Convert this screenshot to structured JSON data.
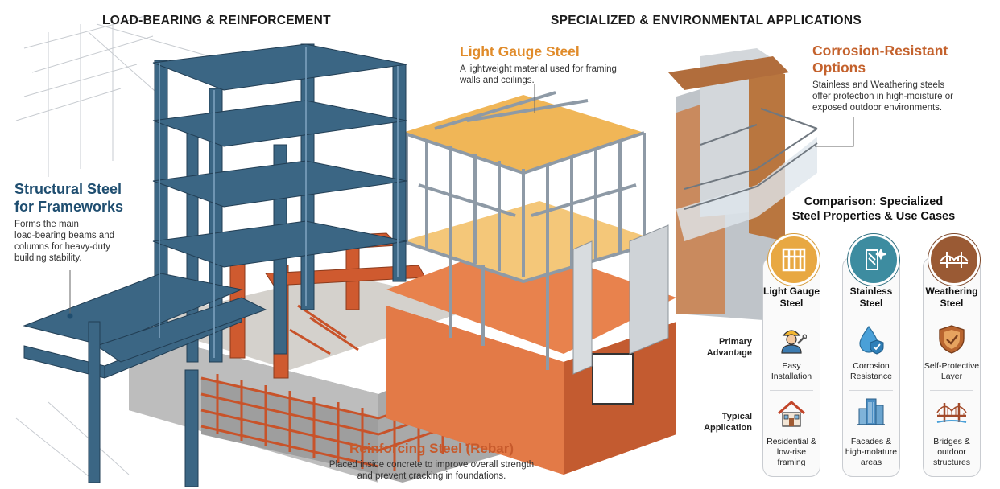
{
  "headers": {
    "left": "LOAD-BEARING & REINFORCEMENT",
    "right": "SPECIALIZED & ENVIRONMENTAL APPLICATIONS"
  },
  "structural": {
    "title_line1": "Structural Steel",
    "title_line2": "for Frameworks",
    "desc": [
      "Forms the main",
      "load-bearing beams and",
      "columns for heavy-duty",
      "building stability."
    ]
  },
  "light_gauge": {
    "title": "Light Gauge Steel",
    "desc": [
      "A lightweight material used for framing",
      "walls and ceilings."
    ]
  },
  "corrosion": {
    "title_line1": "Corrosion-Resistant",
    "title_line2": "Options",
    "desc": [
      "Stainless and Weathering steels",
      "offer protection in high-moisture or",
      "exposed outdoor environments."
    ]
  },
  "rebar": {
    "title": "Reinforcing Steel (Rebar)",
    "desc": [
      "Placed inside concrete to improve overall strength",
      "and prevent cracking in foundations."
    ]
  },
  "comparison": {
    "title_line1": "Comparison: Specialized",
    "title_line2": "Steel Properties & Use Cases",
    "row_labels": {
      "primary": [
        "Primary",
        "Advantage"
      ],
      "typical": [
        "Typical",
        "Application"
      ]
    },
    "cards": [
      {
        "name": [
          "Light Gauge",
          "Steel"
        ],
        "icon": "light-gauge-frame-icon",
        "advantage_icon": "worker-with-wrench-icon",
        "advantage": [
          "Easy",
          "Installation"
        ],
        "application_icon": "house-icon",
        "application": [
          "Residential &",
          "low-rise",
          "framing"
        ]
      },
      {
        "name": [
          "Stainless",
          "Steel"
        ],
        "icon": "stainless-sheet-icon",
        "advantage_icon": "water-drop-shield-icon",
        "advantage": [
          "Corrosion",
          "Resistance"
        ],
        "application_icon": "skyscraper-icon",
        "application": [
          "Facades &",
          "high-molature",
          "areas"
        ]
      },
      {
        "name": [
          "Weathering",
          "Steel"
        ],
        "icon": "bridge-badge-icon",
        "advantage_icon": "shield-check-icon",
        "advantage": [
          "Self-Protective",
          "Layer"
        ],
        "application_icon": "bridge-icon",
        "application": [
          "Bridges &",
          "outdoor",
          "structures"
        ]
      }
    ]
  },
  "colors": {
    "structural_blue": "#3b6684",
    "rebar_orange": "#d0582d",
    "light_gauge_gold": "#e8a842",
    "stainless_teal": "#3d8ca0",
    "weathering_copper": "#9a5a34"
  }
}
